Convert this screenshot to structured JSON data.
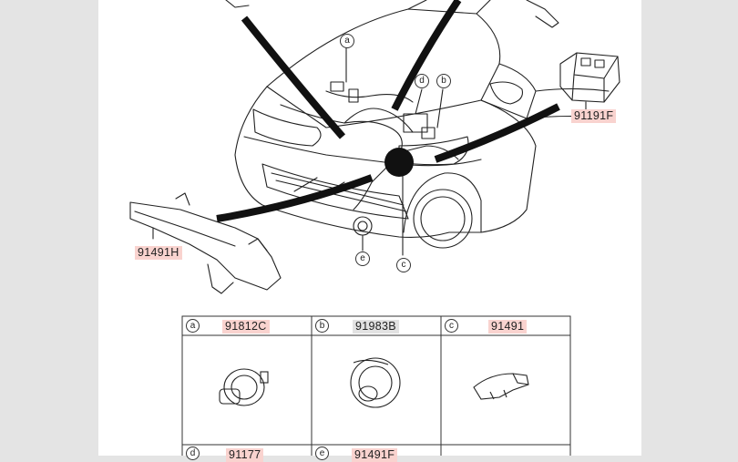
{
  "main_diagram": {
    "callouts": [
      "a",
      "b",
      "c",
      "d",
      "e"
    ],
    "labels": {
      "fuse_box": "91191F",
      "front_harness": "91491H"
    }
  },
  "parts_table": {
    "cells": [
      {
        "callout": "a",
        "part_number": "91812C",
        "highlight": "pink"
      },
      {
        "callout": "b",
        "part_number": "91983B",
        "highlight": "gray"
      },
      {
        "callout": "c",
        "part_number": "91491",
        "highlight": "pink"
      },
      {
        "callout": "d",
        "part_number": "91177",
        "highlight": "pink"
      },
      {
        "callout": "e",
        "part_number": "91491F",
        "highlight": "pink"
      }
    ]
  },
  "colors": {
    "page_background": "#e4e4e4",
    "sheet": "#ffffff",
    "label_highlight": "#f9d3cf",
    "label_highlight_gray": "#e2e2e2",
    "line_art": "#222222"
  }
}
